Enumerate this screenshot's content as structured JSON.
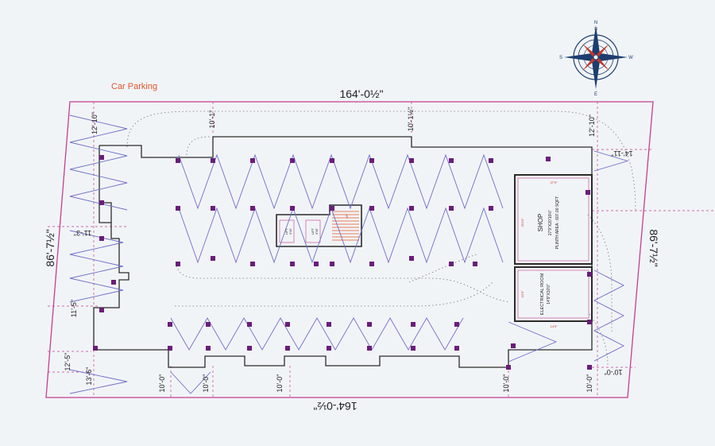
{
  "title": "Car Parking",
  "dimensions": {
    "top": "164'-0½\"",
    "bottom": "164'-0½\"",
    "left": "86'-7½\"",
    "right": "86'-7½\"",
    "top_left_gap": "12'-10\"",
    "top_mid_gap_a": "10'-1\"",
    "top_mid_gap_b": "10'-1½\"",
    "top_right_gap": "12'-10\"",
    "right_top_gap": "14'-11\"",
    "left_upper_gap": "11'-3\"",
    "left_lower_gap": "11'-5\"",
    "left_bottom_gap": "12'-5\"",
    "bottom_left_gap": "13'-6\"",
    "bottom_gap_a": "10'-0\"",
    "bottom_gap_b": "10'-0\"",
    "bottom_gap_c": "10'-0\"",
    "bottom_gap_d": "10'-0\"",
    "bottom_gap_e": "10'-0\"",
    "bottom_right_gap": "10'-0\""
  },
  "rooms": {
    "shop_title": "SHOP",
    "shop_size": "27'9\"X20'10½\"",
    "shop_area": "PLINTH AREA : 607.00 SQFT",
    "shop_dim_a": "27'9\"",
    "shop_dim_b": "20'10\"",
    "electrical_title": "ELECTRICAL ROOM",
    "electrical_size": "14'9\"X10'0\"",
    "electrical_dim_a": "14'9\"",
    "electrical_dim_b": "10'0\"",
    "lift_1": "LIFT",
    "lift_2": "LIFT",
    "lift_size": "6'X6'",
    "stair_label": "UP"
  },
  "compass": {
    "north": "N",
    "south": "S",
    "east": "E",
    "west": "W"
  },
  "colors": {
    "boundary": "#c43d8f",
    "stall_lines": "#6f6fc8",
    "columns": "#6a1d7a",
    "walls": "#2b2b2b",
    "title": "#e2552b",
    "compass": "#1d3d6e",
    "compass_accent": "#c0392b"
  }
}
